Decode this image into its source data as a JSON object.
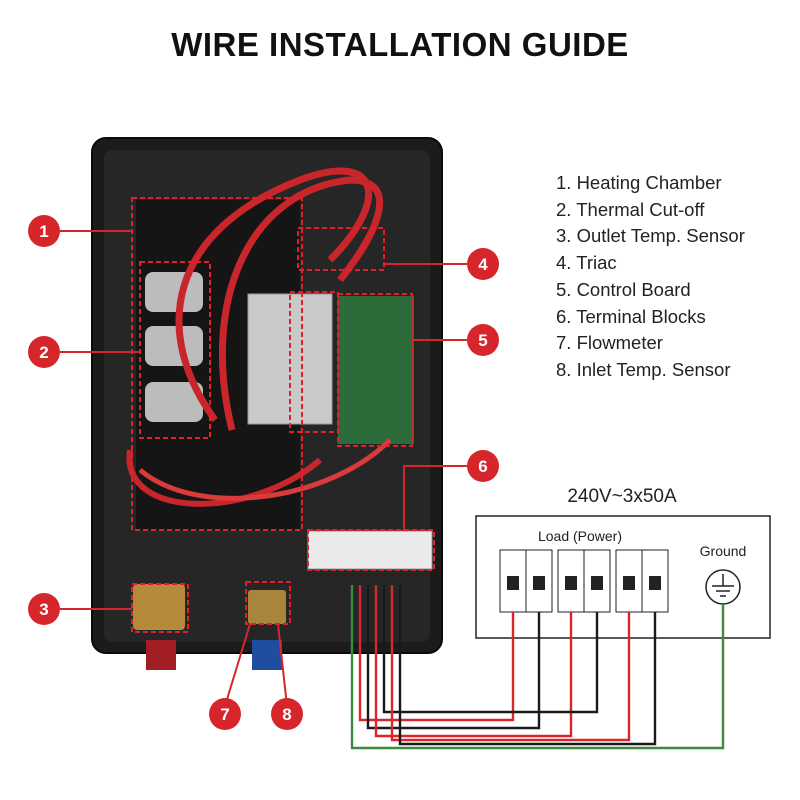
{
  "title": "WIRE INSTALLATION GUIDE",
  "legend": [
    "1. Heating Chamber",
    "2. Thermal Cut-off",
    "3. Outlet Temp. Sensor",
    "4. Triac",
    "5. Control Board",
    "6. Terminal Blocks",
    "7. Flowmeter",
    "8. Inlet Temp. Sensor"
  ],
  "callouts": [
    "1",
    "2",
    "3",
    "4",
    "5",
    "6",
    "7",
    "8"
  ],
  "panel": {
    "supply": "240V~3x50A",
    "load_label": "Load (Power)",
    "ground_label": "Ground"
  },
  "colors": {
    "callout": "#d7262b",
    "highlight_box": "#e2202a",
    "wire_red": "#d8262b",
    "wire_black": "#1a1a1a",
    "wire_green": "#3b8a3e",
    "heater_body": "#1c1c1c"
  }
}
